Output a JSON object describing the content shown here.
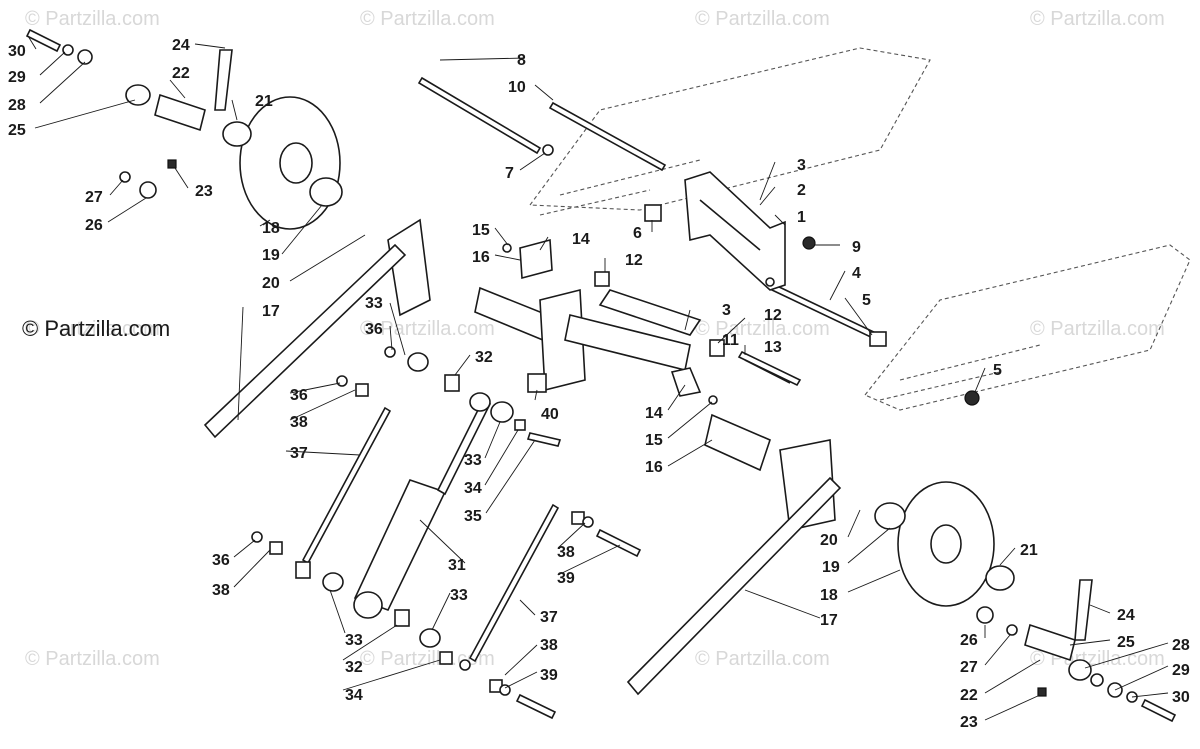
{
  "brand_label": "© Partzilla.com",
  "watermark_text": "© Partzilla.com",
  "callouts": [
    "30",
    "29",
    "28",
    "25",
    "24",
    "22",
    "21",
    "27",
    "26",
    "23",
    "18",
    "19",
    "20",
    "17",
    "8",
    "10",
    "7",
    "3",
    "2",
    "1",
    "9",
    "4",
    "5",
    "5",
    "6",
    "15",
    "16",
    "14",
    "12",
    "3",
    "11",
    "12",
    "13",
    "14",
    "15",
    "16",
    "33",
    "36",
    "32",
    "36",
    "38",
    "37",
    "40",
    "33",
    "34",
    "35",
    "31",
    "36",
    "38",
    "33",
    "33",
    "32",
    "34",
    "37",
    "38",
    "39",
    "38",
    "39",
    "20",
    "19",
    "18",
    "21",
    "17",
    "24",
    "26",
    "25",
    "27",
    "22",
    "23",
    "28",
    "29",
    "30"
  ]
}
